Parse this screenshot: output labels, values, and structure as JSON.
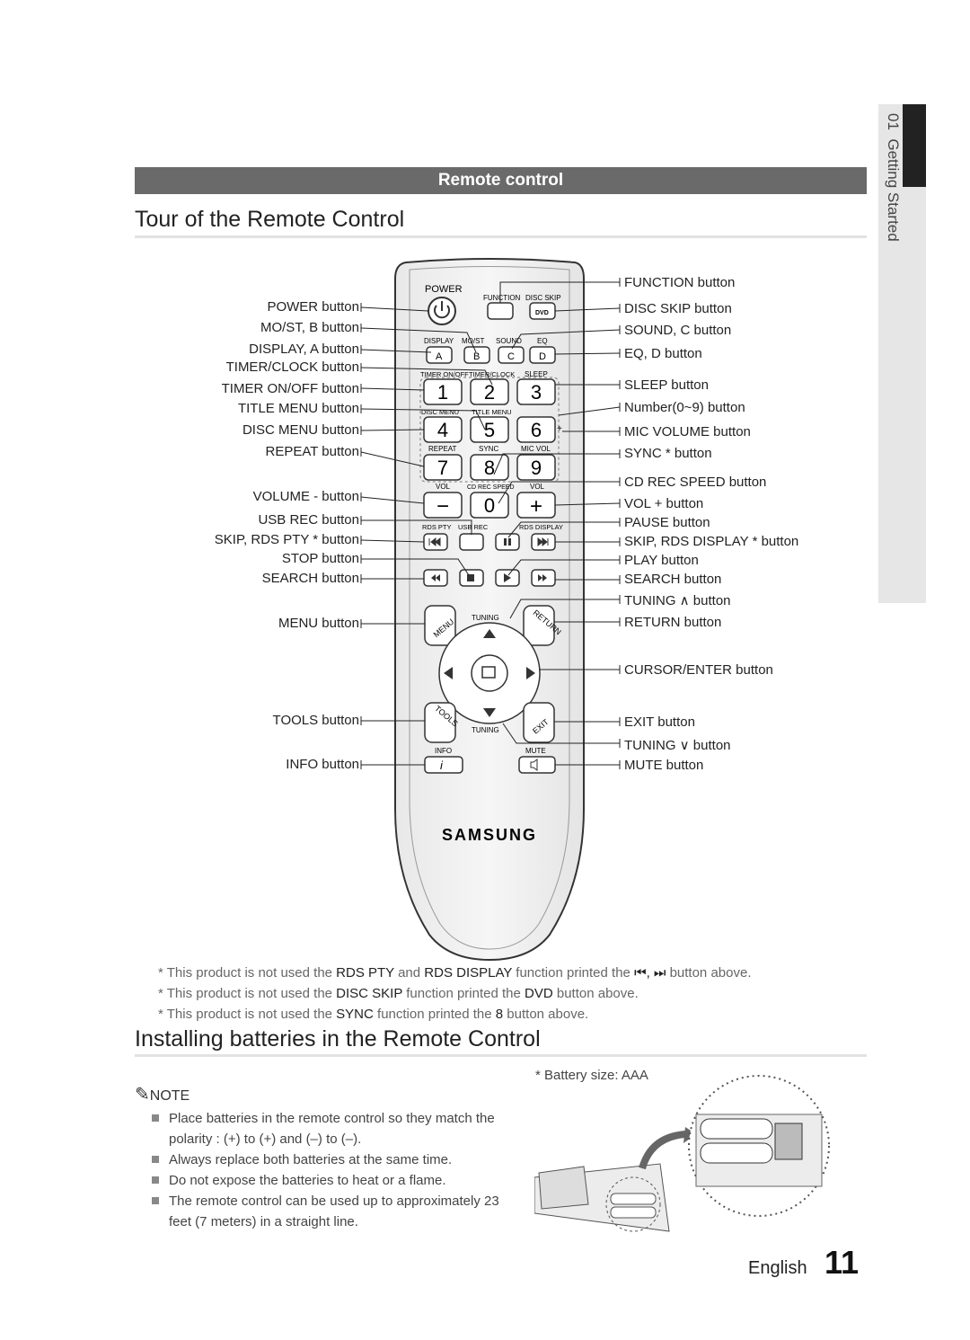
{
  "side_tab": {
    "number": "01",
    "label": "Getting Started"
  },
  "section_bar": "Remote control",
  "heading_tour": "Tour of the Remote Control",
  "remote": {
    "top_labels": {
      "power": "POWER",
      "function": "FUNCTION",
      "disc_skip": "DISC SKIP",
      "dvd": "DVD"
    },
    "row_labels_1": [
      "DISPLAY",
      "MO/ST",
      "SOUND",
      "EQ"
    ],
    "abcd": [
      "A",
      "B",
      "C",
      "D"
    ],
    "row_labels_2": [
      "TIMER ON/OFF",
      "TIMER/CLOCK",
      "SLEEP"
    ],
    "row_labels_3": [
      "DISC MENU",
      "TITLE MENU"
    ],
    "row_labels_4": [
      "REPEAT",
      "SYNC",
      "MIC VOL"
    ],
    "row_labels_5": [
      "VOL",
      "CD REC SPEED",
      "VOL"
    ],
    "row_labels_6": [
      "RDS PTY",
      "USB REC",
      "RDS DISPLAY"
    ],
    "digits": [
      "1",
      "2",
      "3",
      "4",
      "5",
      "6",
      "7",
      "8",
      "9",
      "0"
    ],
    "vol_minus": "−",
    "vol_plus": "+",
    "mic_plus": "+",
    "menu": "MENU",
    "return": "RETURN",
    "tools": "TOOLS",
    "exit": "EXIT",
    "tuning": "TUNING",
    "info": "INFO",
    "mute": "MUTE",
    "brand": "SAMSUNG"
  },
  "left_labels": [
    "POWER button",
    "MO/ST, B button",
    "DISPLAY, A button",
    "TIMER/CLOCK button",
    "TIMER ON/OFF button",
    "TITLE MENU button",
    "DISC MENU button",
    "REPEAT button",
    "VOLUME - button",
    "USB REC button",
    "SKIP, RDS PTY * button",
    "STOP button",
    "SEARCH button",
    "MENU button",
    "TOOLS button",
    "INFO button"
  ],
  "right_labels": [
    "FUNCTION button",
    "DISC SKIP button",
    "SOUND, C button",
    "EQ, D button",
    "SLEEP button",
    "Number(0~9) button",
    "MIC VOLUME button",
    "SYNC * button",
    "CD REC SPEED button",
    "VOL + button",
    "PAUSE button",
    "SKIP, RDS DISPLAY * button",
    "PLAY button",
    "SEARCH button",
    "TUNING ∧ button",
    "RETURN button",
    "CURSOR/ENTER button",
    "EXIT button",
    "TUNING ∨ button",
    "MUTE button"
  ],
  "footnotes": [
    {
      "pre": "* This product is not used the ",
      "k1": "RDS PTY",
      "mid1": " and ",
      "k2": "RDS DISPLAY",
      "mid2": " function printed the ",
      "k3": "⏮, ⏭",
      "post": " button above."
    },
    {
      "pre": "* This product is not used the ",
      "k1": "DISC SKIP",
      "mid1": " function printed the ",
      "k2": "DVD",
      "post": " button above."
    },
    {
      "pre": "* This product is not used the ",
      "k1": "SYNC",
      "mid1": " function printed the ",
      "k2": "8",
      "post": " button above."
    }
  ],
  "heading_batteries": "Installing batteries in the Remote Control",
  "battery_size": "* Battery size: AAA",
  "note_title": "NOTE",
  "notes": [
    "Place batteries in the remote control so they match the polarity : (+) to (+) and (–) to (–).",
    "Always replace both batteries at the same time.",
    "Do not expose the batteries to heat or a flame.",
    "The remote control can be used up to approximately 23 feet (7 meters) in a straight line."
  ],
  "footer": {
    "language": "English",
    "page": "11"
  }
}
